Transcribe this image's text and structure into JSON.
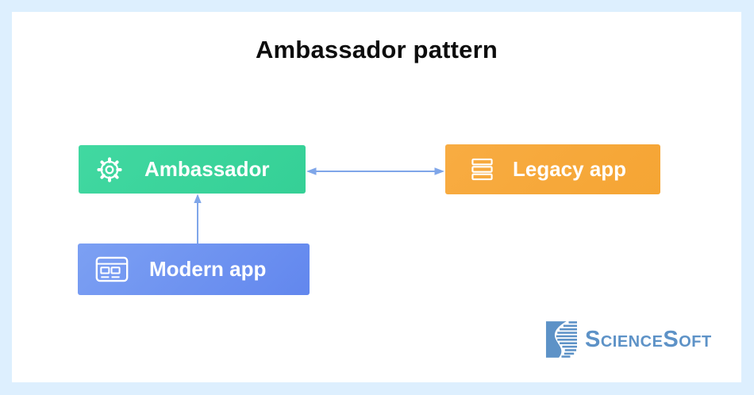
{
  "title": "Ambassador pattern",
  "nodes": {
    "ambassador": {
      "label": "Ambassador",
      "icon": "gear-icon",
      "color": "#3bd69d"
    },
    "legacy": {
      "label": "Legacy app",
      "icon": "stack-icon",
      "color": "#f6a93a"
    },
    "modern": {
      "label": "Modern app",
      "icon": "browser-icon",
      "color": "#6d93f1"
    }
  },
  "edges": [
    {
      "from": "ambassador",
      "to": "legacy",
      "style": "bidirectional-horizontal"
    },
    {
      "from": "modern",
      "to": "ambassador",
      "style": "arrow-up"
    }
  ],
  "colors": {
    "frame_background": "#ddeffe",
    "card_background": "#ffffff",
    "arrow": "#7fa6e9",
    "title_text": "#0d0d0d",
    "node_text": "#ffffff",
    "logo": "#5d92c7"
  },
  "branding": {
    "name": "ScienceSoft"
  }
}
